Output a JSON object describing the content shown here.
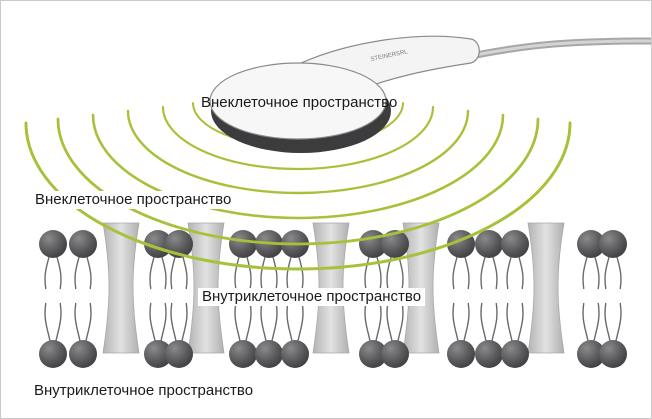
{
  "labels": {
    "extracellular_top": "Внеклеточное пространство",
    "extracellular_left": "Внеклеточное пространство",
    "intracellular_middle": "Внутриклеточное пространство",
    "intracellular_bottom": "Внутриклеточное пространство"
  },
  "device": {
    "brand_text": "STEINERSRL"
  },
  "colors": {
    "field_lines": "#a6c23a",
    "lipid_heads": "#58585a",
    "lipid_tails": "#6a6a6a",
    "protein_channels": "#c8c8c8",
    "frame": "#c9c9c9"
  }
}
